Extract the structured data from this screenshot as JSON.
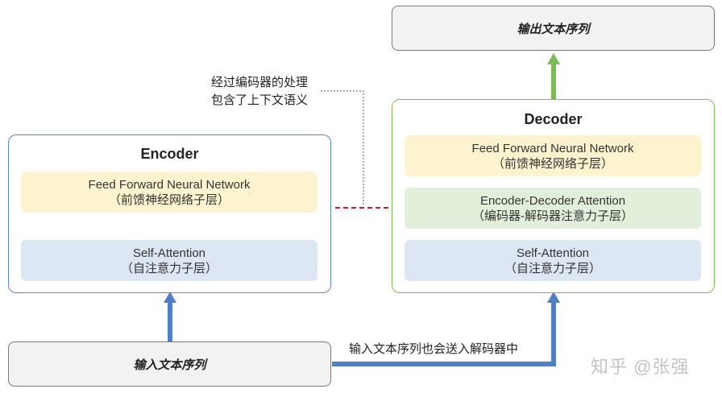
{
  "output_sequence": "输出文本序列",
  "input_sequence": "输入文本序列",
  "note_processed": [
    "经过编码器的处理",
    "包含了上下文语义"
  ],
  "note_input_to_decoder": "输入文本序列也会送入解码器中",
  "encoder": {
    "title": "Encoder",
    "ffn": {
      "line1": "Feed Forward Neural Network",
      "line2": "（前馈神经网络子层）"
    },
    "self_attention": {
      "line1": "Self-Attention",
      "line2": "（自注意力子层）"
    }
  },
  "decoder": {
    "title": "Decoder",
    "ffn": {
      "line1": "Feed Forward Neural Network",
      "line2": "（前馈神经网络子层）"
    },
    "enc_dec_attention": {
      "line1": "Encoder-Decoder Attention",
      "line2": "（编码器-解码器注意力子层）"
    },
    "self_attention": {
      "line1": "Self-Attention",
      "line2": "（自注意力子层）"
    }
  },
  "watermark": "知乎 @张强",
  "colors": {
    "encoder_border": "#5a86c2",
    "decoder_border": "#7cbb5a",
    "blue_arrow": "#4f7fc4",
    "green_arrow": "#7cbb5a",
    "red_dashed_arrow": "#c0202a",
    "ffn_fill": "#fdf3cf",
    "attention_fill": "#dde6f3",
    "enc_dec_fill": "#e2efda"
  }
}
